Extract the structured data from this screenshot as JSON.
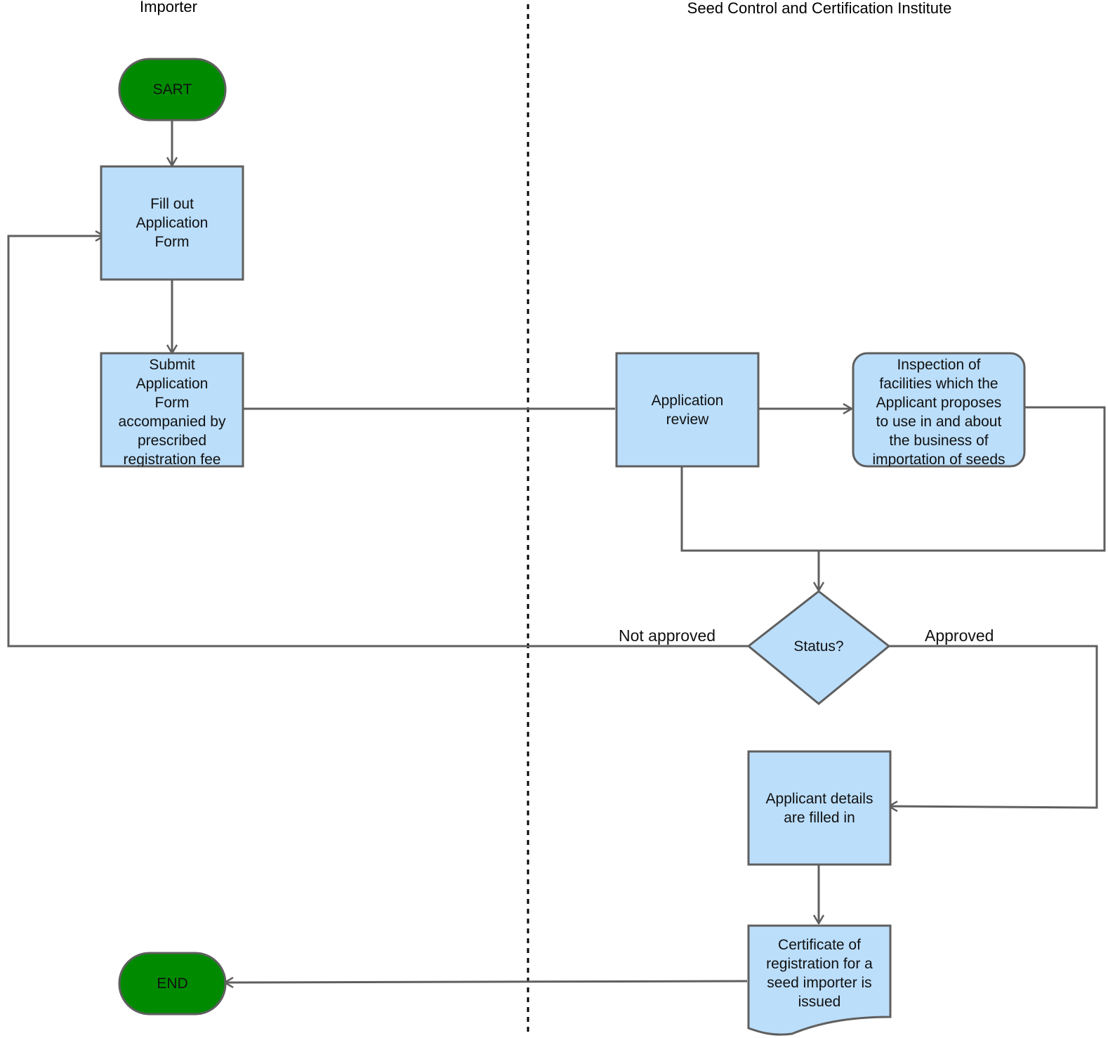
{
  "colors": {
    "process_fill": "#bbdefb",
    "terminal_fill": "#008a00",
    "stroke": "#5f5f5f",
    "divider": "#000000"
  },
  "lanes": {
    "left": "Importer",
    "right": "Seed Control and Certification Institute"
  },
  "nodes": {
    "start": "SART",
    "fill_form": "Fill out\nApplication\nForm",
    "submit_form": "Submit\nApplication\nForm\naccompanied by\nprescribed\nregistration fee",
    "review": "Application\nreview",
    "inspection": "Inspection of\nfacilities which the\nApplicant proposes\nto use in and about\nthe business of\nimportation of seeds",
    "status": "Status?",
    "details": "Applicant details\nare filled in",
    "certificate": "Certificate of\nregistration for a\nseed importer is\nissued",
    "end": "END"
  },
  "edge_labels": {
    "not_approved": "Not approved",
    "approved": "Approved"
  }
}
